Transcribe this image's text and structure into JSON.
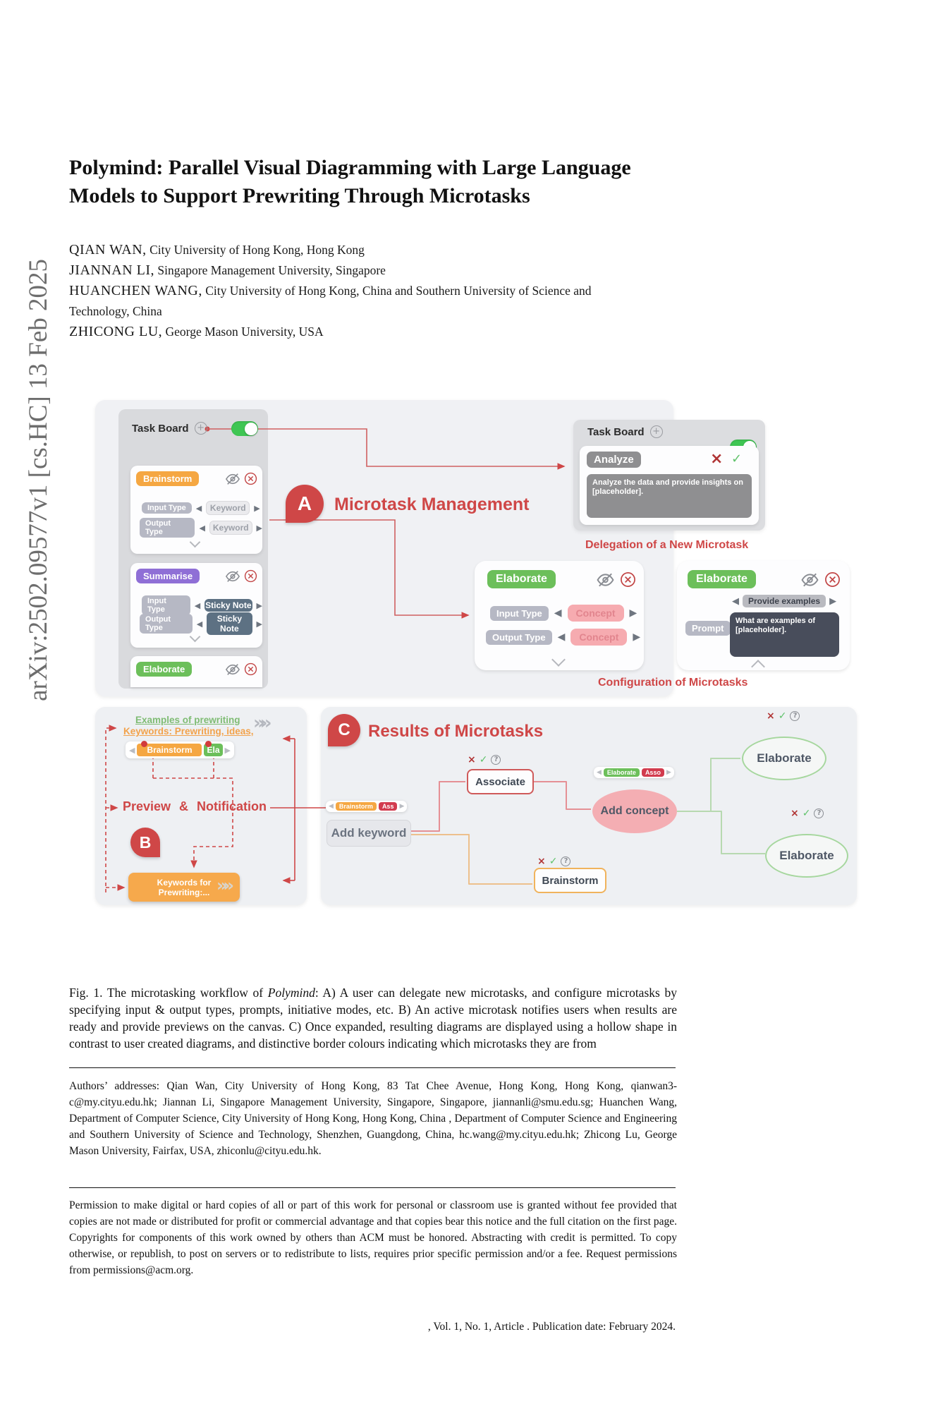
{
  "arxiv_sidebar": "arXiv:2502.09577v1  [cs.HC]  13 Feb 2025",
  "title": {
    "line1": "Polymind: Parallel Visual Diagramming with Large Language",
    "line2": "Models to Support Prewriting Through Microtasks"
  },
  "authors": [
    {
      "name": "QIAN WAN,",
      "aff": " City University of Hong Kong, Hong Kong"
    },
    {
      "name": "JIANNAN LI,",
      "aff": " Singapore Management University, Singapore"
    },
    {
      "name": "HUANCHEN WANG,",
      "aff": " City University of Hong Kong, China and Southern University of Science and"
    },
    {
      "name": "",
      "aff": "Technology, China"
    },
    {
      "name": "ZHICONG LU,",
      "aff": " George Mason University, USA"
    }
  ],
  "colors": {
    "accent_red": "#cf4747",
    "brainstorm_orange": "#f5a742",
    "summarise_purple": "#8f6fd6",
    "elaborate_green": "#6cbf5a",
    "concept_pink": "#f6abb0",
    "sticky_slate": "#5d7183",
    "toggle_green": "#3fc653"
  },
  "figure": {
    "panel_a": {
      "badge": "A",
      "heading": "Microtask Management",
      "taskboard_title": "Task Board",
      "plus": "+",
      "brainstorm": {
        "label": "Brainstorm",
        "input_label": "Input Type",
        "output_label": "Output Type",
        "input_value": "Keyword",
        "output_value": "Keyword"
      },
      "summarise": {
        "label": "Summarise",
        "input_label": "Input Type",
        "output_label": "Output Type",
        "input_value": "Sticky Note",
        "output_value": "Sticky Note"
      },
      "elaborate_card": {
        "label": "Elaborate"
      },
      "left_arrow": "◀",
      "right_arrow": "▶"
    },
    "delegation": {
      "taskboard_title": "Task Board",
      "plus": "+",
      "chip": "Analyze",
      "x": "×",
      "check": "✓",
      "prompt": "Analyze the data and provide insights on [placeholder].",
      "caption": "Delegation of a New Microtask"
    },
    "config": {
      "card1": {
        "label": "Elaborate",
        "input_label": "Input Type",
        "output_label": "Output Type",
        "input_value": "Concept",
        "output_value": "Concept"
      },
      "card2": {
        "label": "Elaborate",
        "selector": "Provide examples",
        "prompt_label": "Prompt",
        "prompt_text": "What are examples of [placeholder]."
      },
      "caption": "Configuration of Microtasks",
      "left_arrow": "◀",
      "right_arrow": "▶"
    },
    "panel_b": {
      "badge": "B",
      "heading": "Preview & Notification",
      "preview_line1": "Examples of prewriting",
      "preview_line2": "Keywords: Prewriting, ideas,",
      "tab_left": "◀",
      "tab_right": "▶",
      "tab1": "Brainstorm",
      "tab2": "Ela",
      "chevrons": "»",
      "button_line1": "Keywords for",
      "button_line2": "Prewriting:...",
      "button_chevrons": "»"
    },
    "panel_c": {
      "badge": "C",
      "heading": "Results of Microtasks",
      "associate": "Associate",
      "brainstorm": "Brainstorm",
      "add_keyword": "Add keyword",
      "add_concept": "Add concept",
      "elaborate_top": "Elaborate",
      "elaborate_bottom": "Elaborate",
      "chipbar1": {
        "left": "◀",
        "a": "Brainstorm",
        "b": "Ass",
        "right": "▶"
      },
      "chipbar2": {
        "left": "◀",
        "a": "Elaborate",
        "b": "Asso",
        "right": "▶"
      },
      "x": "×",
      "check": "✓",
      "q": "?"
    }
  },
  "caption": {
    "pre": "Fig. 1.  The microtasking workflow of ",
    "italic": "Polymind",
    "post": ": A) A user can delegate new microtasks, and configure microtasks by specifying input & output types, prompts, initiative modes, etc. B) An active microtask notifies users when results are ready and provide previews on the canvas. C) Once expanded, resulting diagrams are displayed using a hollow shape in contrast to user created diagrams, and distinctive border colours indicating which microtasks they are from"
  },
  "addresses": "Authors’ addresses: Qian Wan, City University of Hong Kong, 83 Tat Chee Avenue, Hong Kong, Hong Kong, qianwan3-c@my.cityu.edu.hk; Jiannan Li, Singapore Management University, Singapore, Singapore, jiannanli@smu.edu.sg; Huanchen Wang, Department of Computer Science, City University of Hong Kong, Hong Kong, China , Department of Computer Science and Engineering and Southern University of Science and Technology, Shenzhen, Guangdong, China, hc.wang@my.cityu.edu.hk; Zhicong Lu, George Mason University, Fairfax, USA, zhiconlu@cityu.edu.hk.",
  "permission": "Permission to make digital or hard copies of all or part of this work for personal or classroom use is granted without fee provided that copies are not made or distributed for profit or commercial advantage and that copies bear this notice and the full citation on the first page. Copyrights for components of this work owned by others than ACM must be honored. Abstracting with credit is permitted. To copy otherwise, or republish, to post on servers or to redistribute to lists, requires prior specific permission and/or a fee. Request permissions from permissions@acm.org.",
  "footer": ", Vol. 1, No. 1, Article . Publication date: February 2024."
}
